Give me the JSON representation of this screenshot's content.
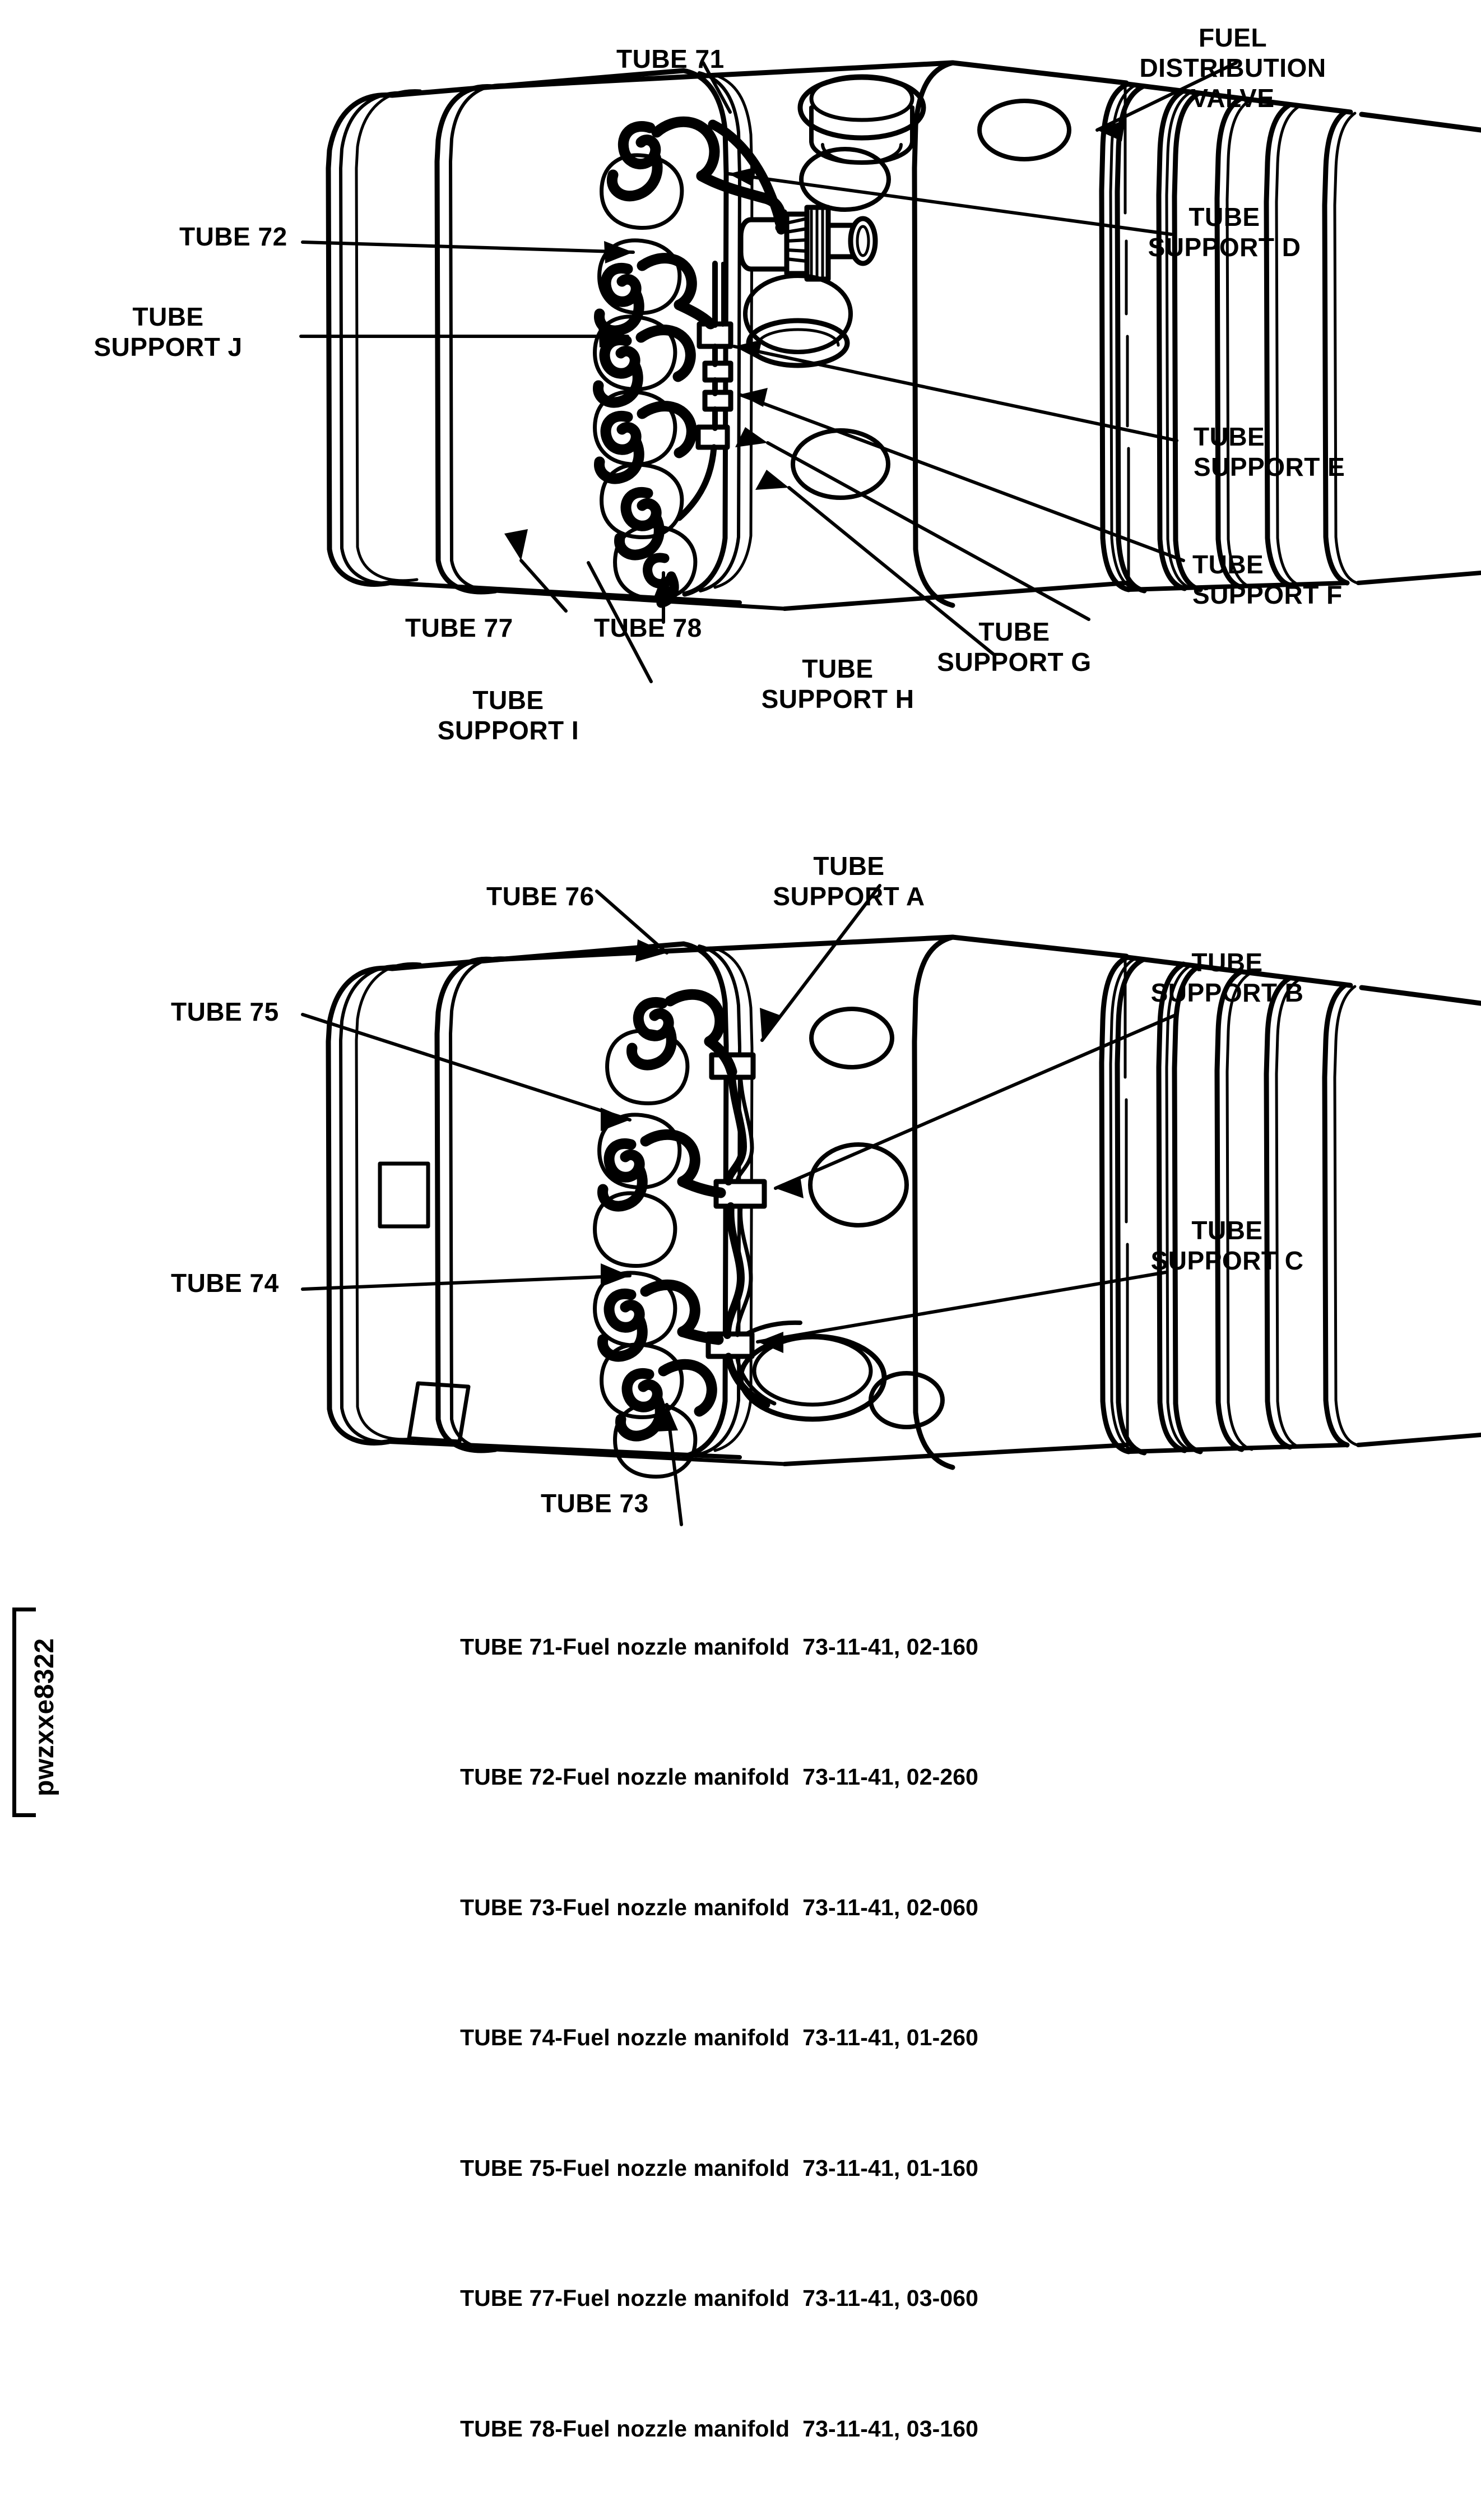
{
  "document": {
    "sheet_id": "pwzxxe8322",
    "background": "#ffffff",
    "ink": "#000000"
  },
  "figures": [
    {
      "id": "upper-view",
      "callouts": [
        {
          "key": "tube71",
          "text": "TUBE 71"
        },
        {
          "key": "fdv",
          "text": "FUEL\nDISTRIBUTION\nVALVE"
        },
        {
          "key": "supportD",
          "text": "TUBE\nSUPPORT D"
        },
        {
          "key": "tube72",
          "text": "TUBE 72"
        },
        {
          "key": "supportJ",
          "text": "TUBE\nSUPPORT J"
        },
        {
          "key": "supportE",
          "text": "TUBE\nSUPPORT E"
        },
        {
          "key": "supportF",
          "text": "TUBE\nSUPPORT F"
        },
        {
          "key": "tube77",
          "text": "TUBE 77"
        },
        {
          "key": "tube78",
          "text": "TUBE 78"
        },
        {
          "key": "supportI",
          "text": "TUBE\nSUPPORT I"
        },
        {
          "key": "supportH",
          "text": "TUBE\nSUPPORT H"
        },
        {
          "key": "supportG",
          "text": "TUBE\nSUPPORT G"
        }
      ]
    },
    {
      "id": "lower-view",
      "callouts": [
        {
          "key": "tube76",
          "text": "TUBE 76"
        },
        {
          "key": "supportA",
          "text": "TUBE\nSUPPORT A"
        },
        {
          "key": "supportB",
          "text": "TUBE\nSUPPORT B"
        },
        {
          "key": "tube75",
          "text": "TUBE 75"
        },
        {
          "key": "supportC",
          "text": "TUBE\nSUPPORT C"
        },
        {
          "key": "tube74",
          "text": "TUBE 74"
        },
        {
          "key": "tube73",
          "text": "TUBE 73"
        }
      ]
    }
  ],
  "legend": {
    "items": [
      {
        "item": "TUBE 71-Fuel nozzle manifold",
        "reference": "73-11-41, 02-160"
      },
      {
        "item": "TUBE 72-Fuel nozzle manifold",
        "reference": "73-11-41, 02-260"
      },
      {
        "item": "TUBE 73-Fuel nozzle manifold",
        "reference": "73-11-41, 02-060"
      },
      {
        "item": "TUBE 74-Fuel nozzle manifold",
        "reference": "73-11-41, 01-260"
      },
      {
        "item": "TUBE 75-Fuel nozzle manifold",
        "reference": "73-11-41, 01-160"
      },
      {
        "item": "TUBE 77-Fuel nozzle manifold",
        "reference": "73-11-41, 03-060"
      },
      {
        "item": "TUBE 78-Fuel nozzle manifold",
        "reference": "73-11-41, 03-160"
      }
    ]
  }
}
